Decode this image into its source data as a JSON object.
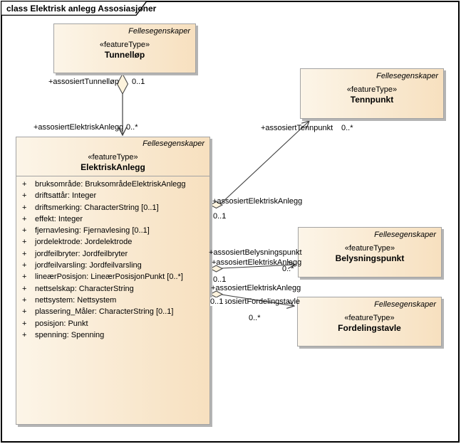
{
  "frame": {
    "title": "class Elektrisk anlegg Assosiasjoner"
  },
  "colors": {
    "box_fill_left": "#fcf5e8",
    "box_fill_right": "#f7e0bf",
    "box_border": "#a3a3a3",
    "box_shadow": "#b4b4b4",
    "line": "#404040",
    "diamond_fill": "#fdf3dd"
  },
  "classes": {
    "tunnellop": {
      "property_label": "Fellesegenskaper",
      "stereotype": "«featureType»",
      "name": "Tunnelløp"
    },
    "tennpunkt": {
      "property_label": "Fellesegenskaper",
      "stereotype": "«featureType»",
      "name": "Tennpunkt"
    },
    "belysningspunkt": {
      "property_label": "Fellesegenskaper",
      "stereotype": "«featureType»",
      "name": "Belysningspunkt"
    },
    "fordelingstavle": {
      "property_label": "Fellesegenskaper",
      "stereotype": "«featureType»",
      "name": "Fordelingstavle"
    },
    "elektriskanlegg": {
      "property_label": "Fellesegenskaper",
      "stereotype": "«featureType»",
      "name": "ElektriskAnlegg",
      "visibility": "+",
      "attributes": [
        "bruksområde: BruksområdeElektriskAnlegg",
        "driftsattår: Integer",
        "driftsmerking: CharacterString [0..1]",
        "effekt: Integer",
        "fjernavlesing: Fjernavlesing [0..1]",
        "jordelektrode: Jordelektrode",
        "jordfeilbryter: Jordfeilbryter",
        "jordfeilvarsling: Jordfeilvarsling",
        "lineærPosisjon: LineærPosisjonPunkt [0..*]",
        "nettselskap: CharacterString",
        "nettsystem: Nettsystem",
        "plassering_Måler: CharacterString [0..1]",
        "posisjon: Punkt",
        "spenning: Spenning"
      ]
    }
  },
  "associations": {
    "tunnellop": {
      "role_whole": "+assosiertTunnelløp",
      "mult_whole": "0..1",
      "role_part": "+assosiertElektriskAnlegg",
      "mult_part": "0..*"
    },
    "tennpunkt": {
      "role_target": "+assosiertTennpunkt",
      "mult_target": "0..*",
      "role_source": "+assosiertElektriskAnlegg",
      "mult_source": "0..1"
    },
    "belysningspunkt": {
      "role_target": "+assosiertBelysningspunkt",
      "mult_target": "0..*",
      "role_source": "+assosiertElektriskAnlegg",
      "mult_source": "0..1"
    },
    "fordelingstavle": {
      "role_target": "+assosiertFordelingstavle",
      "mult_target": "0..*",
      "role_source": "+assosiertElektriskAnlegg",
      "mult_source": "0..1"
    }
  }
}
